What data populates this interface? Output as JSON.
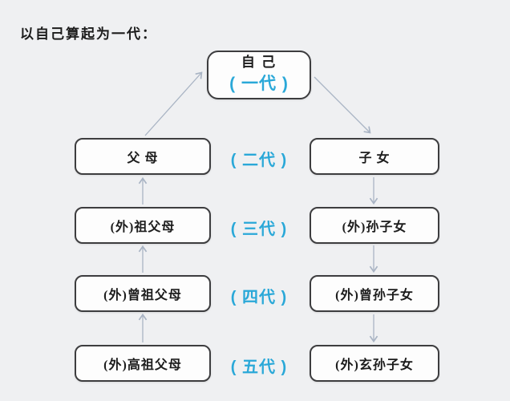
{
  "title": "以自己算起为一代：",
  "colors": {
    "background": "#eff0f2",
    "box_fill": "#fdfdfd",
    "box_border": "#3d3d3f",
    "accent_blue": "#2aa8d8",
    "arrow": "#a9b4c4",
    "text": "#1c1c1c"
  },
  "diagram": {
    "root": {
      "name": "自 己",
      "generation_label": "( 一代 )"
    },
    "rows": [
      {
        "ancestor": "父 母",
        "generation": "( 二代 )",
        "descendant": "子 女"
      },
      {
        "ancestor": "(外)祖父母",
        "generation": "( 三代 )",
        "descendant": "(外)孙子女"
      },
      {
        "ancestor": "(外)曾祖父母",
        "generation": "( 四代 )",
        "descendant": "(外)曾孙子女"
      },
      {
        "ancestor": "(外)高祖父母",
        "generation": "( 五代 )",
        "descendant": "(外)玄孙子女"
      }
    ]
  }
}
